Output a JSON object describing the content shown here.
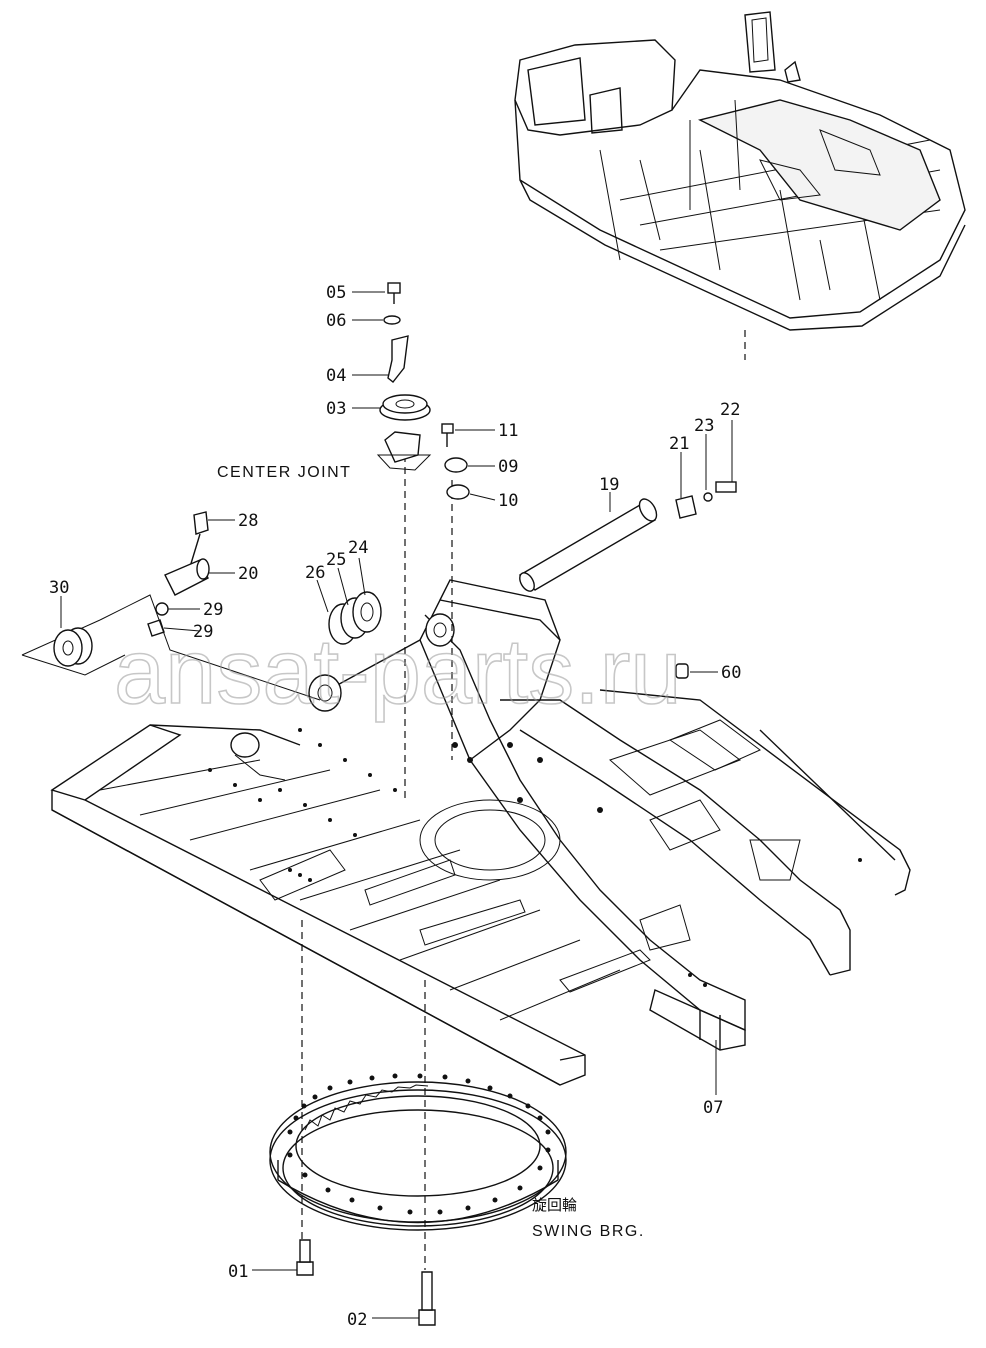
{
  "captions": {
    "center_joint": "CENTER JOINT",
    "swing_jp": "旋回輪",
    "swing_en": "SWING BRG."
  },
  "watermark": "ansat-parts.ru",
  "callouts": [
    {
      "id": "c05",
      "text": "05"
    },
    {
      "id": "c06",
      "text": "06"
    },
    {
      "id": "c04",
      "text": "04"
    },
    {
      "id": "c03",
      "text": "03"
    },
    {
      "id": "c11",
      "text": "11"
    },
    {
      "id": "c09",
      "text": "09"
    },
    {
      "id": "c10",
      "text": "10"
    },
    {
      "id": "c19",
      "text": "19"
    },
    {
      "id": "c21",
      "text": "21"
    },
    {
      "id": "c23",
      "text": "23"
    },
    {
      "id": "c22",
      "text": "22"
    },
    {
      "id": "c28",
      "text": "28"
    },
    {
      "id": "c20",
      "text": "20"
    },
    {
      "id": "c30",
      "text": "30"
    },
    {
      "id": "c29a",
      "text": "29"
    },
    {
      "id": "c29b",
      "text": "29"
    },
    {
      "id": "c26",
      "text": "26"
    },
    {
      "id": "c25",
      "text": "25"
    },
    {
      "id": "c24",
      "text": "24"
    },
    {
      "id": "c60",
      "text": "60"
    },
    {
      "id": "c07",
      "text": "07"
    },
    {
      "id": "c01",
      "text": "01"
    },
    {
      "id": "c02",
      "text": "02"
    }
  ]
}
